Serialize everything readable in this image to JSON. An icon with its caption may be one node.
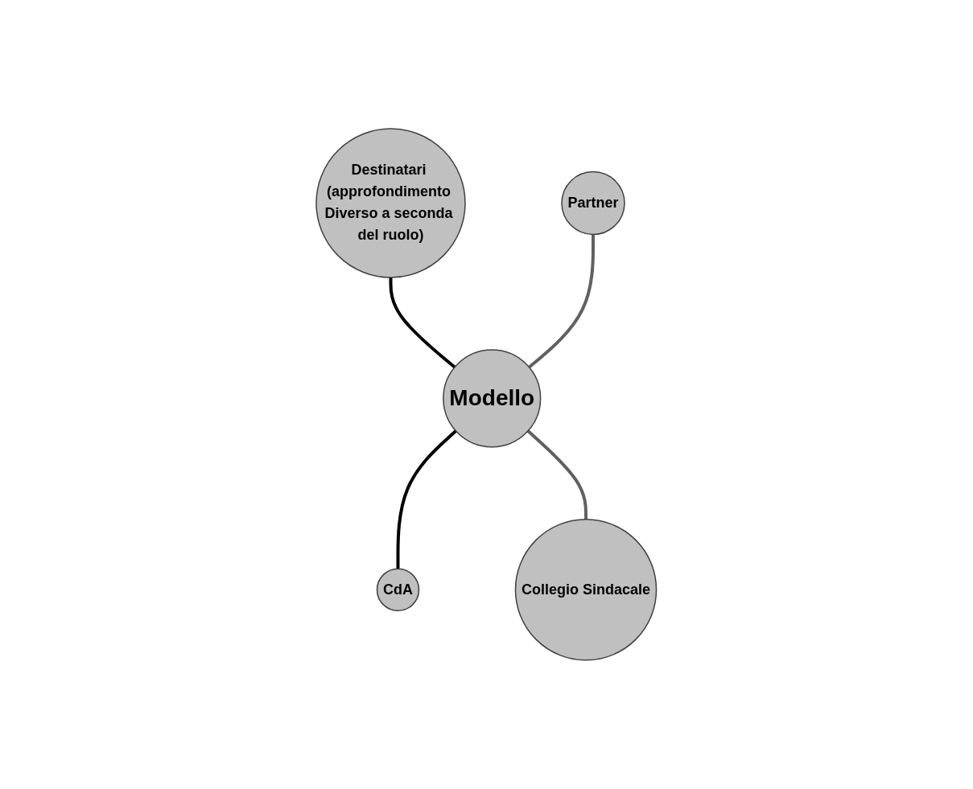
{
  "diagram": {
    "nodes": [
      {
        "text": [
          "Destinatari (approfondimento Diverso a seconda del ruolo)"
        ]
      },
      {
        "text": [
          "Partner"
        ]
      },
      {
        "text": [
          "Modello"
        ]
      },
      {
        "text": [
          "CdA"
        ]
      },
      {
        "text": [
          "Collegio Sindacale"
        ]
      }
    ],
    "edges": [
      {
        "from": 0,
        "to": 2,
        "arrow": "none"
      },
      {
        "from": 1,
        "to": 2,
        "arrow": "none",
        "color": "#606060"
      },
      {
        "from": 2,
        "to": 3,
        "arrow": "none"
      },
      {
        "from": 2,
        "to": 4,
        "arrow": "none",
        "color": "#606060"
      }
    ]
  }
}
